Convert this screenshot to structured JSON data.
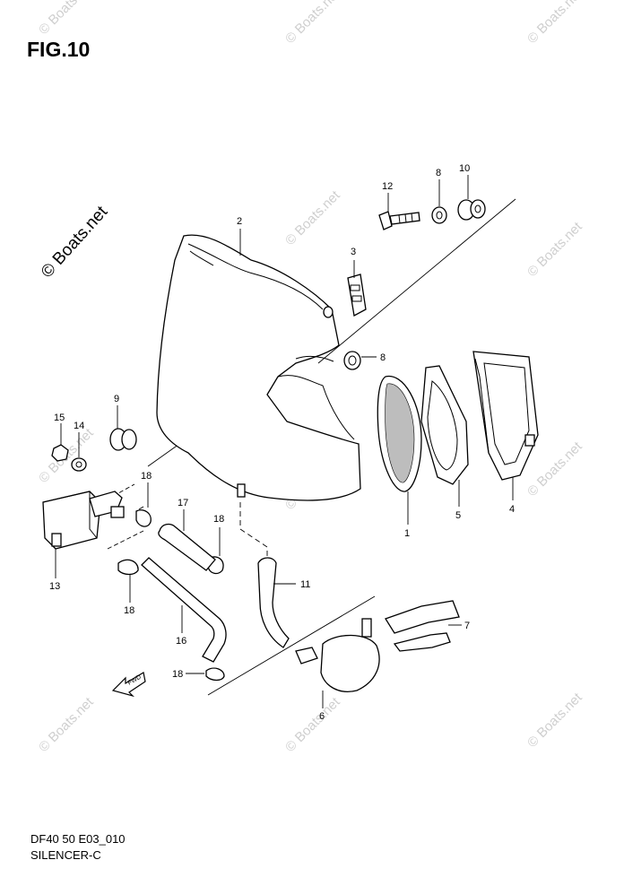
{
  "figure": {
    "title": "FIG.10",
    "code": "DF40 50 E03_010",
    "name": "SILENCER-C"
  },
  "watermark": {
    "text": "© Boats.net",
    "color": "#cfcfcf"
  },
  "callouts": [
    "1",
    "2",
    "3",
    "4",
    "5",
    "6",
    "7",
    "8",
    "8",
    "9",
    "10",
    "11",
    "12",
    "13",
    "14",
    "15",
    "16",
    "17",
    "18",
    "18",
    "18",
    "18"
  ],
  "fwd_marker": "FWD"
}
